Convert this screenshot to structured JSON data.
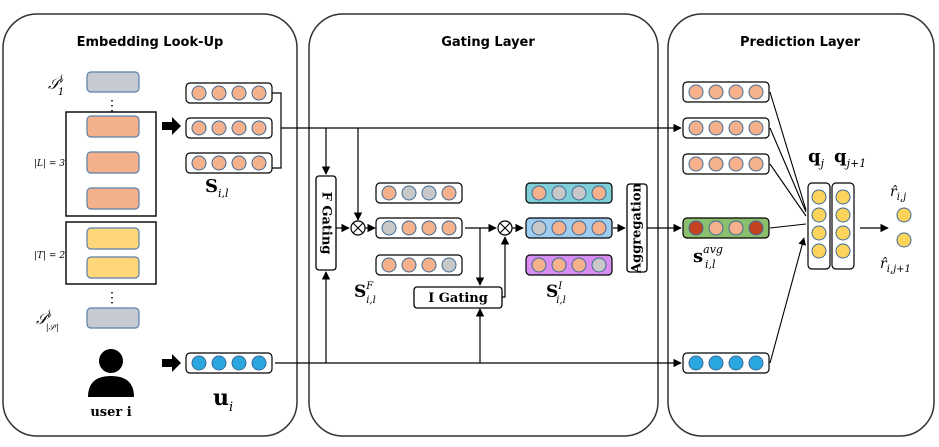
{
  "panels": {
    "embedding": "Embedding Look-Up",
    "gating": "Gating Layer",
    "prediction": "Prediction Layer"
  },
  "labels": {
    "s1": "𝒮",
    "s1_sup": "i",
    "s1_sub": "1",
    "slast": "𝒮",
    "slast_sup": "i",
    "slast_sub": "|𝒮ⁱ|",
    "L": "|L| = 3",
    "T": "|T| = 2",
    "vdots": "⋮",
    "sil": "S",
    "sil_sub": "i,l",
    "ui": "u",
    "ui_sub": "i",
    "user": "user i",
    "f_gating": "F Gating",
    "i_gating": "I Gating",
    "aggregation": "Aggregation",
    "sfil": "S",
    "sfil_sup": "F",
    "sfil_sub": "i,l",
    "siil": "S",
    "siil_sup": "I",
    "siil_sub": "i,l",
    "savg": "s",
    "savg_sup": "avg",
    "savg_sub": "i,l",
    "qj": "q",
    "qj_sub": "j",
    "qj1": "q",
    "qj1_sub": "j+1",
    "rj": "r̂",
    "rj_sub": "i,j",
    "rj1": "r̂",
    "rj1_sub": "i,j+1",
    "otimes": "⊗"
  },
  "colors": {
    "orange_cell": "#f5b08c",
    "orange_bar": "#f4b08a",
    "grey_bar": "#c6cbd3",
    "yellow_bar": "#fdd77a",
    "blue_cell": "#2aa7df",
    "grey_cell": "#c8c8c8",
    "green_row": "#8bbf6e",
    "red_cell": "#c4421f",
    "teal_row": "#7ecfd8",
    "lightblue_row": "#9ecdf0",
    "purple_row": "#d78ef0",
    "yellow_cell": "#fdd35c"
  },
  "icons": [
    "user-icon",
    "arrow-right-icon",
    "multiply-icon"
  ]
}
